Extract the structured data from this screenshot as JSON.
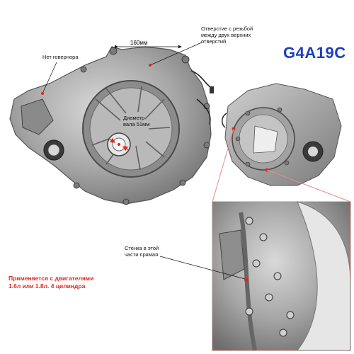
{
  "model": "G4A19C",
  "dimension": "160мм",
  "labels": {
    "no_governor": "Нет говернора",
    "threaded_hole_line1": "Отверстие с резьбой",
    "threaded_hole_line2": "между двух верхних",
    "threaded_hole_line3": "отверстий",
    "shaft_line1": "Диаметр",
    "shaft_line2": "вала 51мм",
    "wall_line1": "Стенка в этой",
    "wall_line2": "части прямая"
  },
  "applies": {
    "line1": "Применяется с двигателями",
    "line2": "1.6л или 1.8л. 4 цилиндра"
  },
  "colors": {
    "model_text": "#1b3fbf",
    "accent_red": "#e3261c",
    "metal": "#9a9a9a"
  }
}
